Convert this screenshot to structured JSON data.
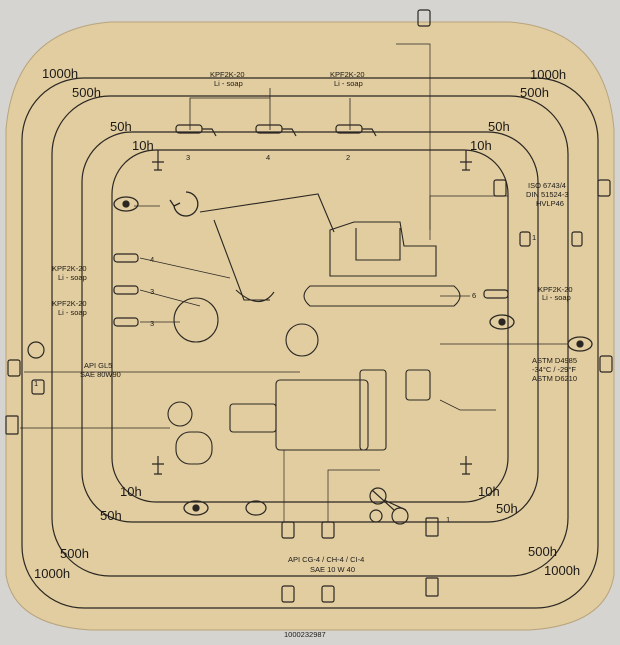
{
  "intervals": {
    "h1000": "1000h",
    "h500": "500h",
    "h50": "50h",
    "h10": "10h"
  },
  "lubricants": {
    "kpf2k": "KPF2K-20",
    "lisoap": "Li - soap",
    "api_gl5": "API GL5",
    "sae_80w90": "SAE 80W90",
    "iso_6743": "ISO 6743/4",
    "din_51524": "DIN 51524-3",
    "hvlp46": "HVLP46",
    "astm_d4985": "ASTM D4985",
    "temp": "-34°C / -29°F",
    "astm_d6210": "ASTM D6210",
    "engine_oil_api": "API CG-4 / CH-4 / CI-4",
    "engine_oil_sae": "SAE 10 W 40"
  },
  "counts": {
    "c1": "1",
    "c2": "2",
    "c3": "3",
    "c4": "4",
    "c6": "6"
  },
  "part_number": "1000232987",
  "colors": {
    "sticker": "#e2cda0",
    "ink": "#2a2722",
    "background": "#d6d4d0"
  }
}
